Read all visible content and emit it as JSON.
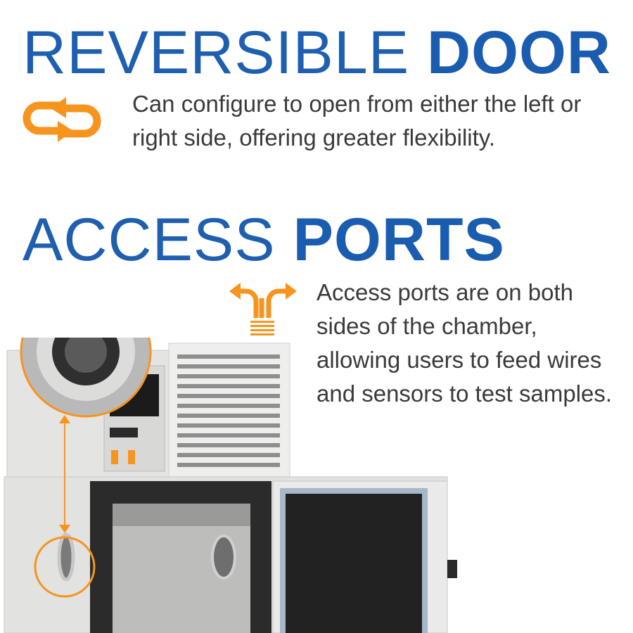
{
  "section_door": {
    "title_light": "REVERSIBLE",
    "title_bold": "DOOR",
    "icon": "swap-arrows-icon",
    "description": "Can configure to open from either the left or right side, offering greater flexibility."
  },
  "section_ports": {
    "title_light": "ACCESS",
    "title_bold": "PORTS",
    "icon": "split-arrows-icon",
    "description": "Access ports are on both sides of the chamber, allowing users to feed wires and sensors to test samples."
  },
  "colors": {
    "heading_blue": "#1f5fb0",
    "accent_orange": "#f7941d",
    "body_text": "#3a3a3a"
  }
}
